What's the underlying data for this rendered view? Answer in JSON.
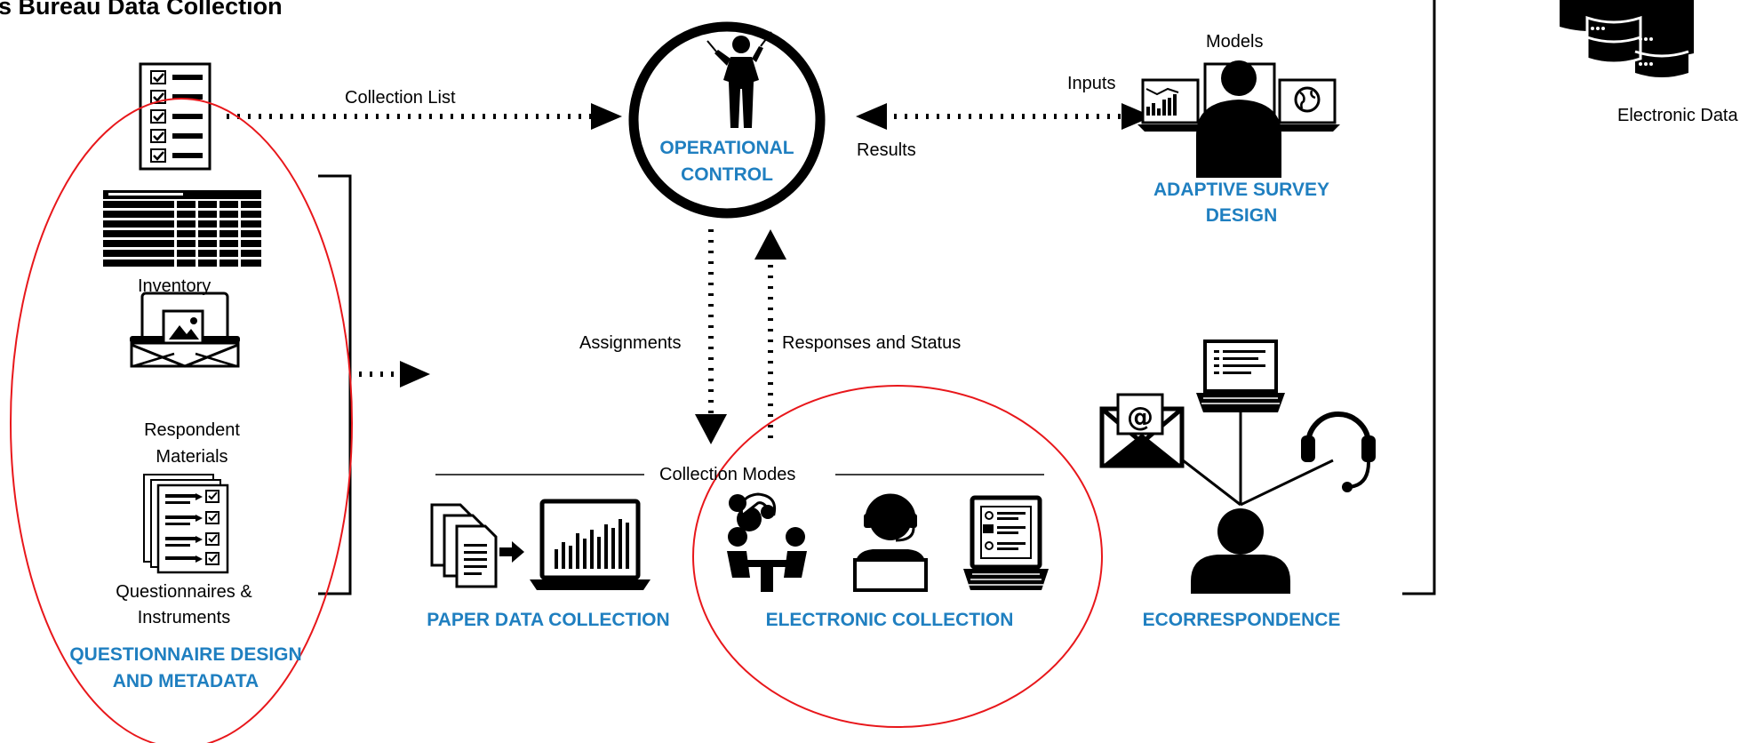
{
  "title": "s Bureau Data Collection",
  "labels": {
    "collection_list": "Collection List",
    "results": "Results",
    "inputs": "Inputs",
    "models": "Models",
    "electronic_data": "Electronic Data",
    "inventory": "Inventory",
    "respondent_materials_1": "Respondent",
    "respondent_materials_2": "Materials",
    "questionnaires_1": "Questionnaires &",
    "questionnaires_2": "Instruments",
    "assignments": "Assignments",
    "responses_status": "Responses and Status",
    "collection_modes": "Collection Modes"
  },
  "headings": {
    "operational_control_1": "OPERATIONAL",
    "operational_control_2": "CONTROL",
    "adaptive_1": "ADAPTIVE SURVEY",
    "adaptive_2": "DESIGN",
    "questionnaire_1": "QUESTIONNAIRE DESIGN",
    "questionnaire_2": "AND METADATA",
    "paper": "PAPER DATA COLLECTION",
    "electronic": "ELECTRONIC COLLECTION",
    "ecorrespondence": "ECORRESPONDENCE"
  },
  "colors": {
    "accent": "#1f7fc0",
    "highlight": "#e8171b",
    "ink": "#000000"
  },
  "icons": [
    "checklist-icon",
    "inventory-table-icon",
    "mail-laptop-icon",
    "questionnaire-stack-icon",
    "conductor-icon",
    "analyst-monitors-icon",
    "database-icon",
    "paper-to-laptop-icon",
    "interview-group-icon",
    "headset-agent-icon",
    "web-form-laptop-icon",
    "email-icon",
    "laptop-icon",
    "headset-icon",
    "person-icon"
  ]
}
